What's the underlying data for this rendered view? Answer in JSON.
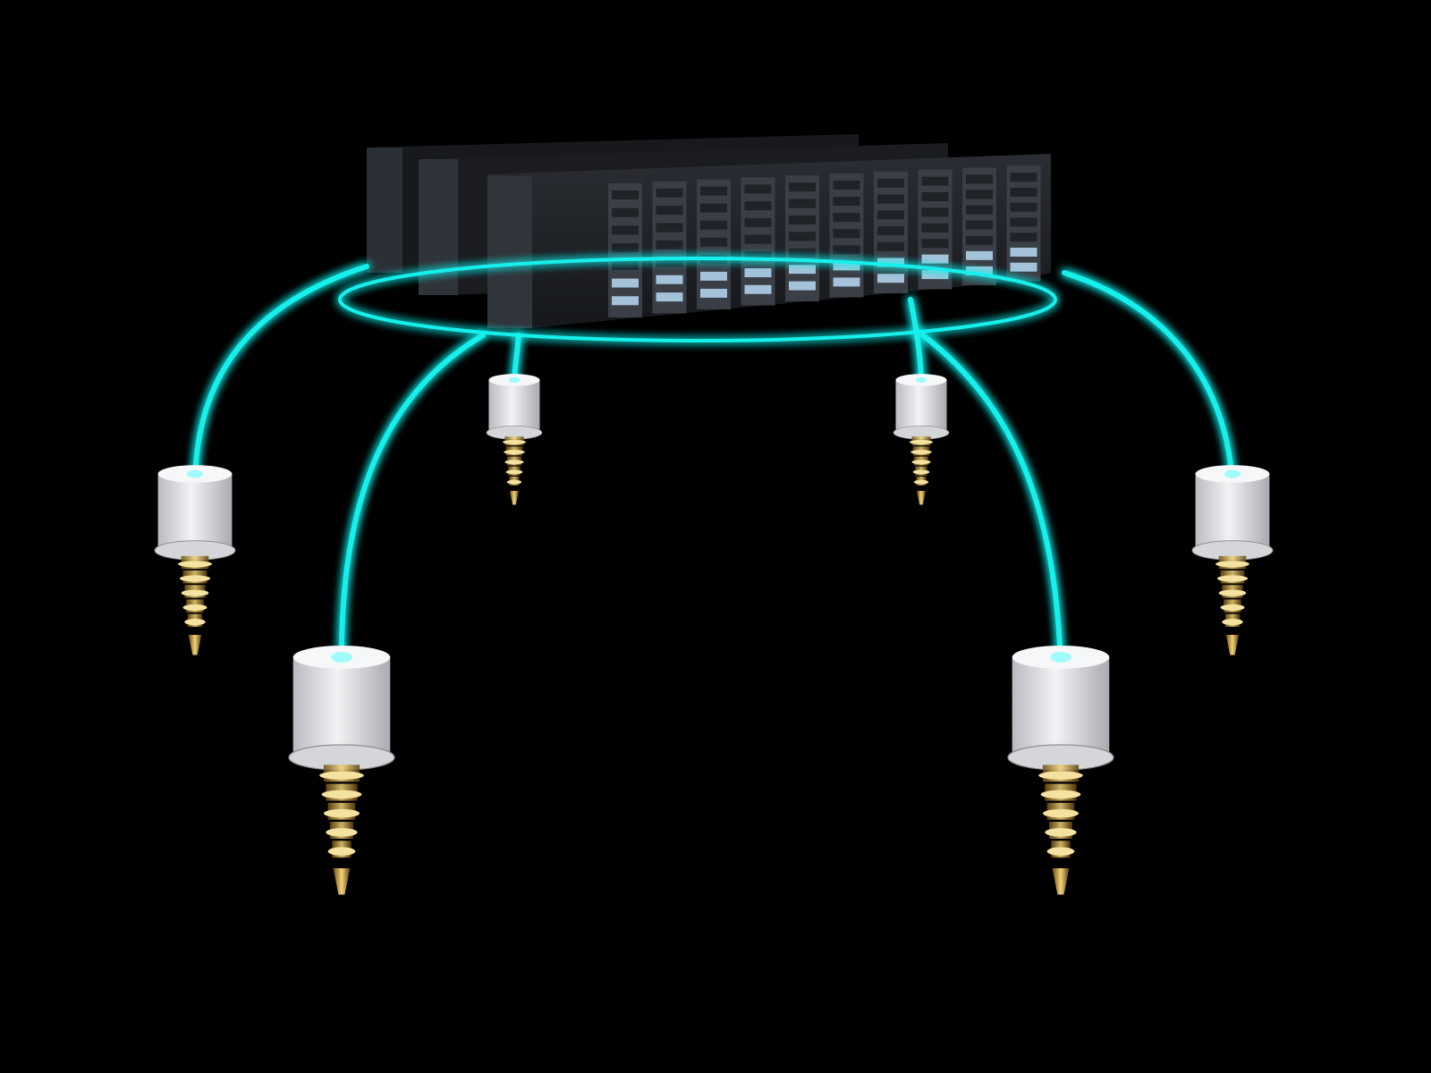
{
  "scene": {
    "background_color": "#000000",
    "cable_color": "#19f0ec",
    "rack_color": "#1a1c20",
    "rack_light_color": "#bfe4ff",
    "cryostat_shell_color": "#e6e7ea",
    "cryostat_gold_color": "#c9a13a",
    "server_rack_rows": 3,
    "front_rack_columns": 10,
    "quantum_units": 6
  }
}
